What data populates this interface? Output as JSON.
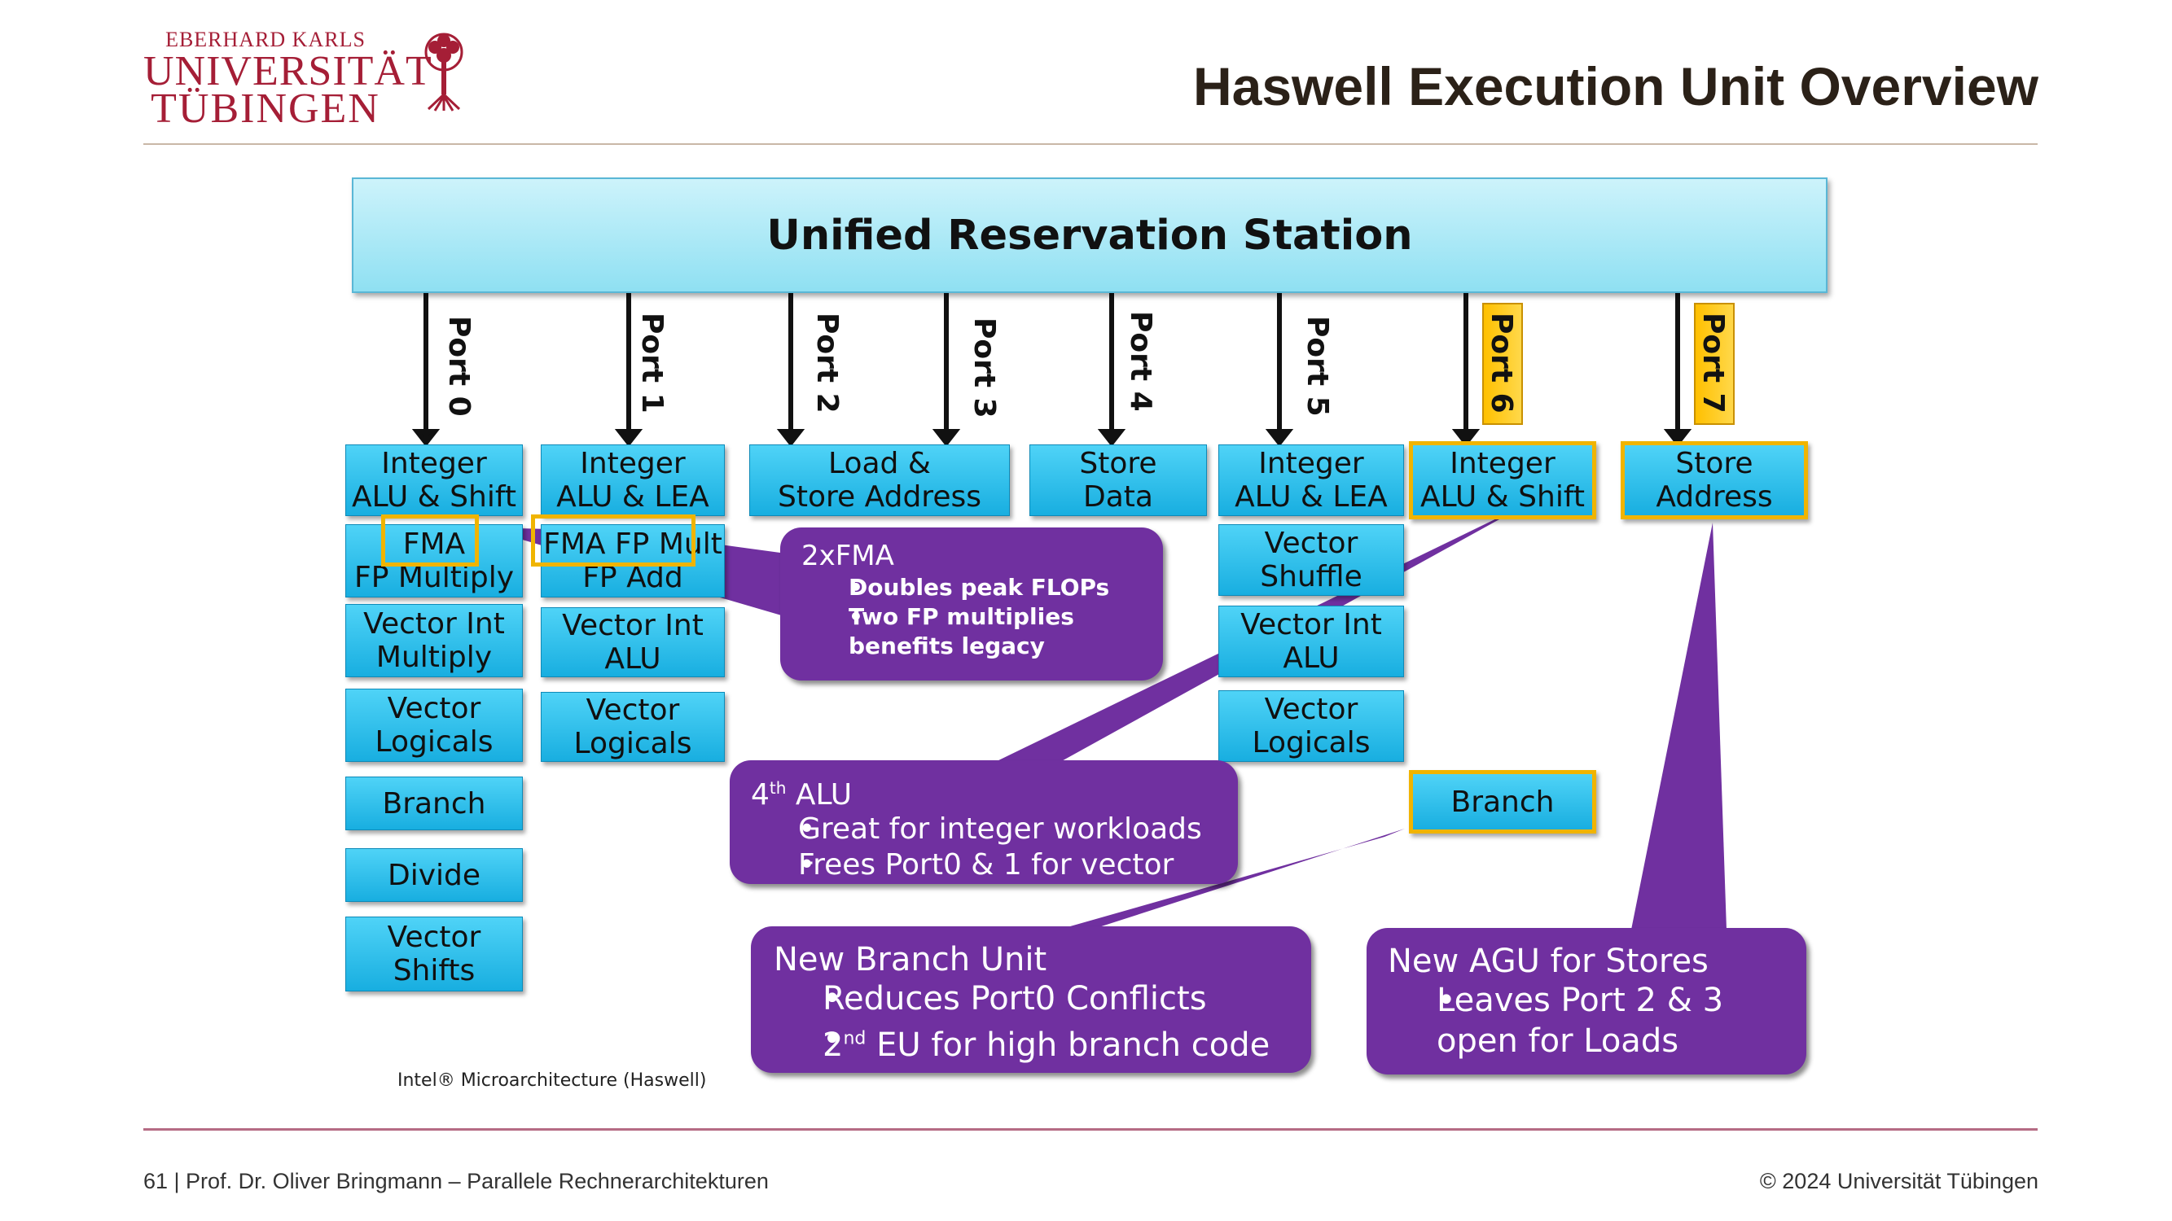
{
  "logo": {
    "line1": "EBERHARD KARLS",
    "line2": "UNIVERSITÄT",
    "line3": "TÜBINGEN"
  },
  "title": "Haswell Execution Unit Overview",
  "diagram": {
    "station": "Unified Reservation Station",
    "ports": [
      "Port 0",
      "Port 1",
      "Port 2",
      "Port 3",
      "Port 4",
      "Port 5",
      "Port 6",
      "Port 7"
    ],
    "port0": [
      "Integer\nALU & Shift",
      "FMA\nFP Multiply",
      "Vector Int\nMultiply",
      "Vector\nLogicals",
      "Branch",
      "Divide",
      "Vector\nShifts"
    ],
    "port1": [
      "Integer\nALU & LEA",
      "FMA FP Mult\nFP Add",
      "Vector Int\nALU",
      "Vector\nLogicals"
    ],
    "port23": "Load &\nStore Address",
    "port4": "Store\nData",
    "port5": [
      "Integer\nALU & LEA",
      "Vector\nShuffle",
      "Vector Int\nALU",
      "Vector\nLogicals"
    ],
    "port6": [
      "Integer\nALU & Shift",
      "Branch"
    ],
    "port7": "Store\nAddress",
    "callouts": {
      "fma": {
        "title": "2xFMA",
        "items": [
          "Doubles peak FLOPs",
          "Two FP multiplies\nbenefits legacy"
        ]
      },
      "alu": {
        "title": "4th ALU",
        "items": [
          "Great for integer workloads",
          "Frees Port0 & 1 for vector"
        ]
      },
      "branch": {
        "title": "New Branch Unit",
        "items": [
          "Reduces Port0 Conflicts",
          "2nd EU for high branch code"
        ]
      },
      "agu": {
        "title": "New AGU for Stores",
        "items": [
          "Leaves Port 2 & 3\nopen for Loads"
        ]
      }
    },
    "caption": "Intel® Microarchitecture (Haswell)"
  },
  "footer": {
    "left": "61 | Prof. Dr. Oliver Bringmann – Parallele Rechnerarchitekturen",
    "right": "© 2024 Universität Tübingen"
  },
  "colors": {
    "brand": "#a51e36",
    "unit_box": "#18aee0",
    "callout": "#7030a0",
    "highlight": "#f0b400"
  }
}
